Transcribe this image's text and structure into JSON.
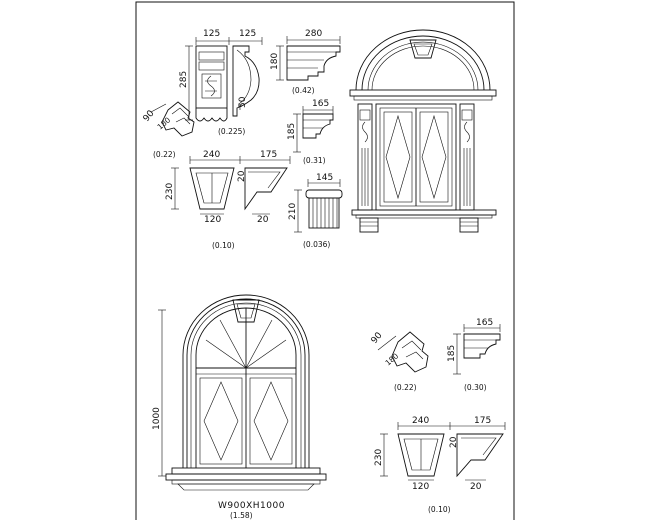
{
  "sheet": {
    "parts_top": {
      "bracket": {
        "w1": "125",
        "w2": "125",
        "h": "285",
        "h2": "50",
        "scale": "(0.225)"
      },
      "cornice_280": {
        "w": "280",
        "h": "180",
        "scale": "(0.42)"
      },
      "cornice_165": {
        "w": "165",
        "h": "185",
        "scale": "(0.31)"
      },
      "corner_block": {
        "a": "90",
        "b": "180",
        "scale": "(0.22)"
      },
      "keystone": {
        "w1": "240",
        "w2": "175",
        "h": "230",
        "h2": "20",
        "b1": "120",
        "b2": "20",
        "scale": "(0.10)"
      },
      "capital": {
        "w": "145",
        "h": "210",
        "scale": "(0.036)"
      }
    },
    "parts_bottom": {
      "corner_block": {
        "a": "90",
        "b": "180",
        "scale": "(0.22)"
      },
      "cornice_165": {
        "w": "165",
        "h": "185",
        "scale": "(0.30)"
      },
      "keystone": {
        "w1": "240",
        "w2": "175",
        "h": "230",
        "h2": "20",
        "b1": "120",
        "b2": "20",
        "scale": "(0.10)"
      }
    },
    "arched_window": {
      "height": "1000",
      "title": "W900XH1000",
      "scale": "(1.58)"
    }
  }
}
